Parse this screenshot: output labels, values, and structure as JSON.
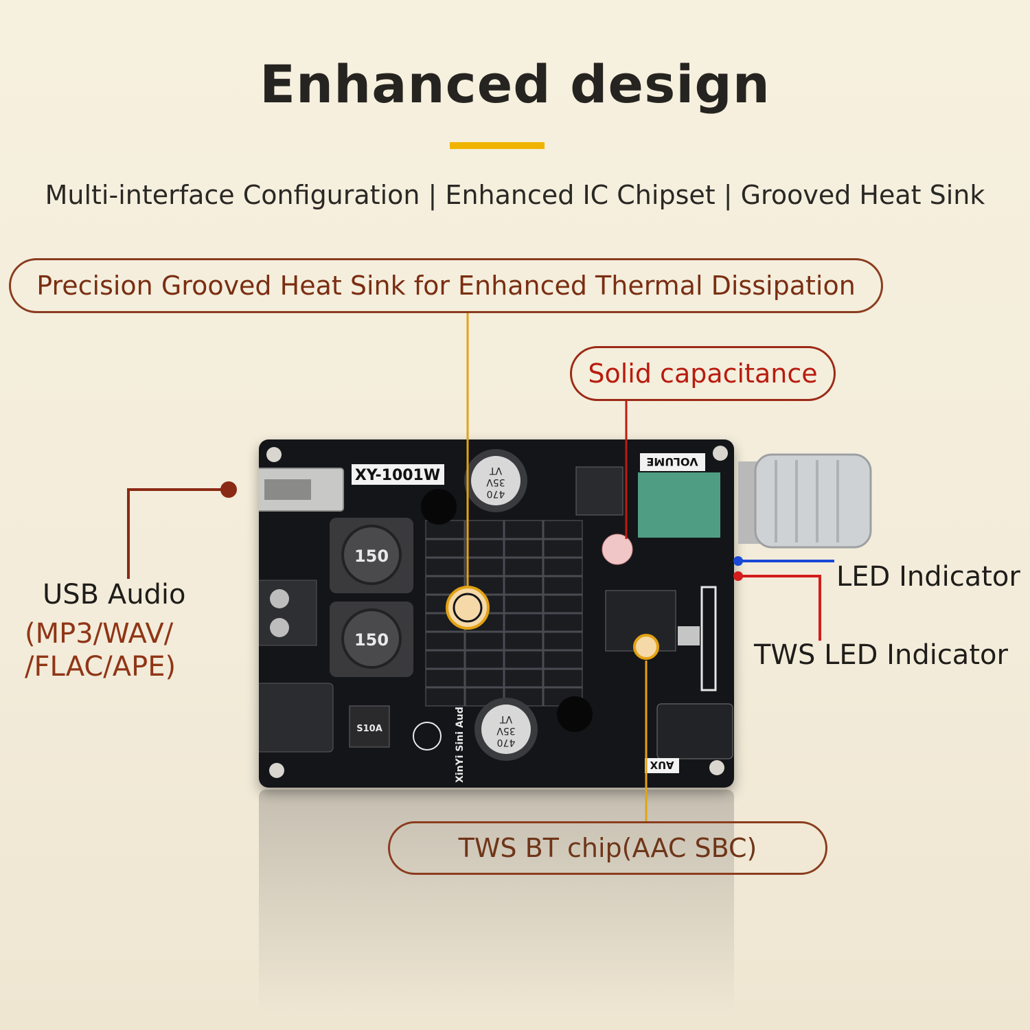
{
  "header": {
    "title": "Enhanced design",
    "subtitle": "Multi-interface Configuration | Enhanced IC Chipset | Grooved Heat Sink"
  },
  "callouts": {
    "heat_sink": "Precision Grooved Heat Sink for Enhanced Thermal Dissipation",
    "capacitance": "Solid capacitance",
    "bt_chip": "TWS BT chip(AAC SBC)"
  },
  "labels": {
    "usb_audio": "USB Audio",
    "usb_formats_line1": "(MP3/WAV/",
    "usb_formats_line2": "/FLAC/APE)",
    "led_indicator": "LED Indicator",
    "tws_led_indicator": "TWS LED Indicator"
  },
  "board_markings": {
    "model": "XY-1001W",
    "volume": "VOLUME",
    "aux": "AUX",
    "inductor": "150",
    "capacitor_value": "470",
    "capacitor_voltage": "35V",
    "capacitor_series": "VT",
    "brand": "XinYi Sini Audio",
    "diode": "S10A"
  },
  "colors": {
    "accent": "#f0b400",
    "callout_border": "#8a3c1e",
    "capacitance_text": "#b81c0e",
    "led_line": "#1a49d6",
    "tws_line": "#d41c1c"
  }
}
